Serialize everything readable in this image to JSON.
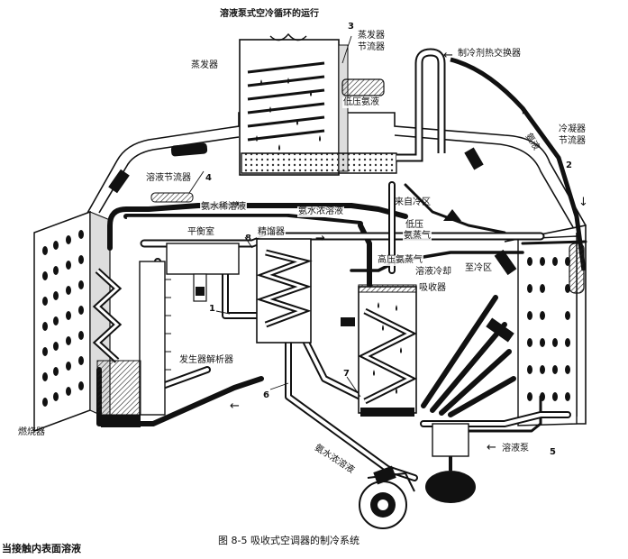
{
  "title": "溶液泵式空冷循环的运行",
  "caption": "图 8-5   吸收式空调器的制冷系统",
  "footer_fragment": "当接触内表面溶液",
  "labels": {
    "evaporator": "蒸发器",
    "evap_throttle_1": "蒸发器",
    "evap_throttle_2": "节流器",
    "refrigerant_hx": "制冷剂热交换器",
    "low_pressure_ammonia_liquid": "低压氨液",
    "condenser_throttle_1": "冷凝器",
    "condenser_throttle_2": "节流器",
    "ammonia_liquid": "氨液",
    "solution_throttle": "溶液节流器",
    "weak_solution": "氨水稀溶液",
    "strong_solution_top": "氨水浓溶液",
    "from_cold_zone": "来自冷区",
    "low_pressure_vapor_1": "低压",
    "low_pressure_vapor_2": "氨蒸气",
    "balance_chamber": "平衡室",
    "rectifier": "精馏器",
    "high_pressure_vapor": "高压氨蒸气",
    "solution_cooling": "溶液冷却",
    "to_cold_zone": "至冷区",
    "absorber": "吸收器",
    "generator_analyzer": "发生器解析器",
    "burner": "燃烧器",
    "strong_solution_bottom": "氨水浓溶液",
    "solution_pump": "溶液泵"
  },
  "numbers": {
    "n1": "1",
    "n2": "2",
    "n3": "3",
    "n4": "4",
    "n5": "5",
    "n6": "6",
    "n7": "7",
    "n8": "8"
  },
  "colors": {
    "line": "#111111",
    "shade": "#8a8a8a",
    "paper": "#ffffff"
  }
}
